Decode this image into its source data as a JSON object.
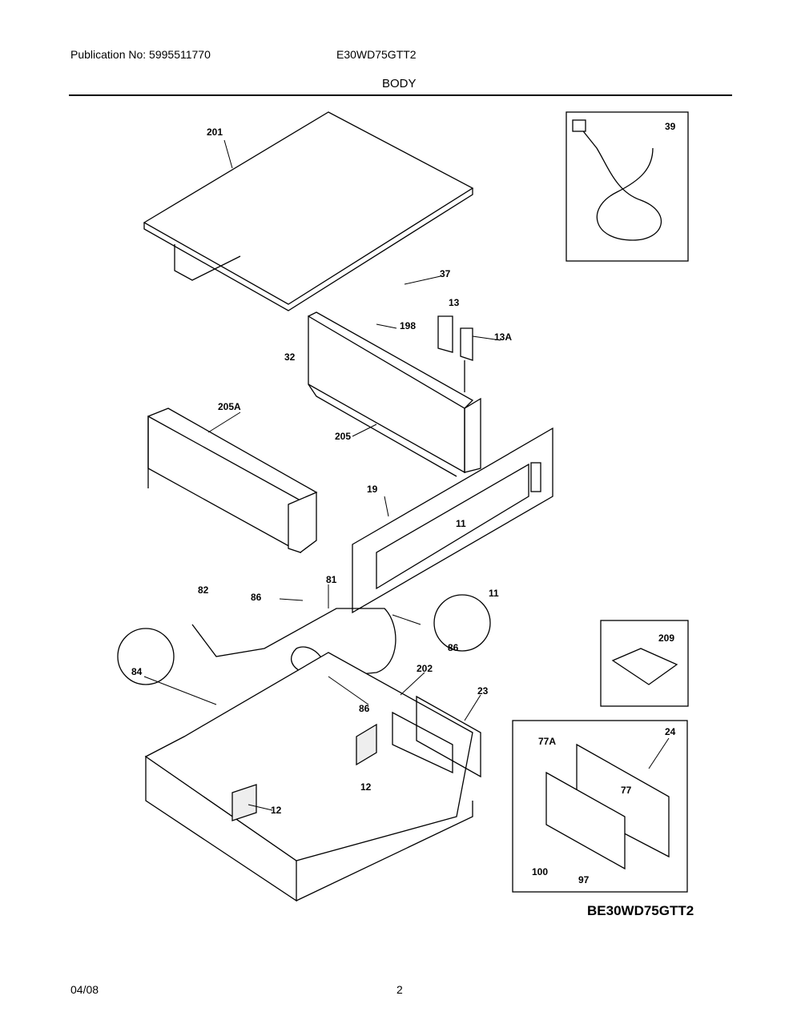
{
  "header": {
    "publication": "Publication No: 5995511770",
    "model": "E30WD75GTT2",
    "section_title": "BODY"
  },
  "footer": {
    "date": "04/08",
    "page_number": "2"
  },
  "diagram_code": "BE30WD75GTT2",
  "labels": [
    "201",
    "39",
    "37",
    "13",
    "198",
    "13A",
    "32",
    "205A",
    "205",
    "19",
    "11",
    "11",
    "81",
    "82",
    "86",
    "86",
    "209",
    "84",
    "202",
    "86",
    "23",
    "77A",
    "24",
    "77",
    "12",
    "12",
    "100",
    "97"
  ]
}
